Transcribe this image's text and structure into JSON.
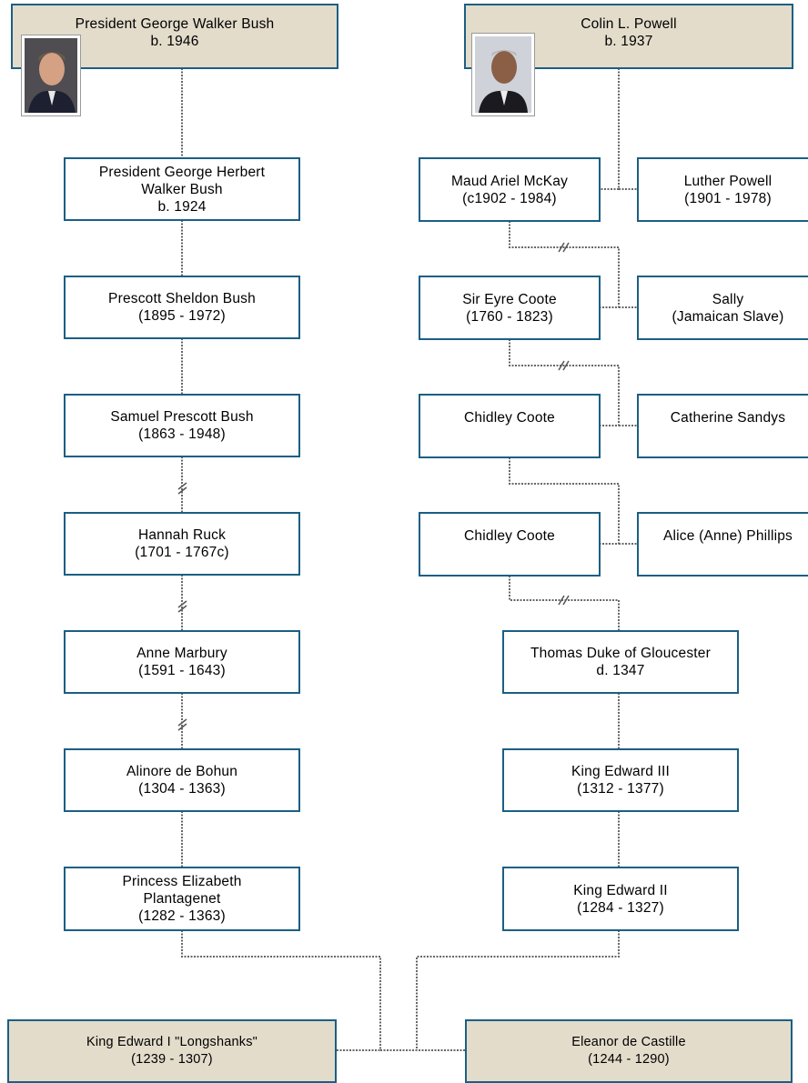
{
  "people": {
    "bush_gw": [
      "President George Walker Bush",
      "b. 1946"
    ],
    "powell": [
      "Colin L. Powell",
      "b. 1937"
    ],
    "bush_ghw": [
      "President George Herbert",
      "Walker  Bush",
      "b. 1924"
    ],
    "maud": [
      "Maud Ariel McKay",
      "(c1902 - 1984)"
    ],
    "luther": [
      "Luther Powell",
      "(1901 - 1978)"
    ],
    "prescott": [
      "Prescott Sheldon Bush",
      "(1895 - 1972)"
    ],
    "eyre": [
      "Sir Eyre Coote",
      "(1760 - 1823)"
    ],
    "sally": [
      "Sally",
      "(Jamaican Slave)"
    ],
    "samuel": [
      "Samuel Prescott Bush",
      "(1863 - 1948)"
    ],
    "chidley1": [
      "Chidley Coote"
    ],
    "catherine": [
      "Catherine Sandys"
    ],
    "hannah": [
      "Hannah Ruck",
      "(1701 - 1767c)"
    ],
    "chidley2": [
      "Chidley Coote"
    ],
    "alice": [
      "Alice (Anne) Phillips"
    ],
    "anne": [
      "Anne Marbury",
      "(1591 - 1643)"
    ],
    "thomas": [
      "Thomas Duke of Gloucester",
      "d. 1347"
    ],
    "alinore": [
      "Alinore de Bohun",
      "(1304 - 1363)"
    ],
    "edward3": [
      "King Edward III",
      "(1312 - 1377)"
    ],
    "elizabeth": [
      "Princess Elizabeth",
      "Plantagenet",
      "(1282 - 1363)"
    ],
    "edward2": [
      "King Edward II",
      "(1284 - 1327)"
    ],
    "edward1": [
      "King Edward I \"Longshanks\"",
      "(1239 - 1307)"
    ],
    "eleanor": [
      "Eleanor de Castille",
      "(1244 - 1290)"
    ]
  },
  "colors": {
    "box_border": "#1b5f84",
    "top_bottom_fill": "#e3dccb",
    "connector": "#666666"
  }
}
